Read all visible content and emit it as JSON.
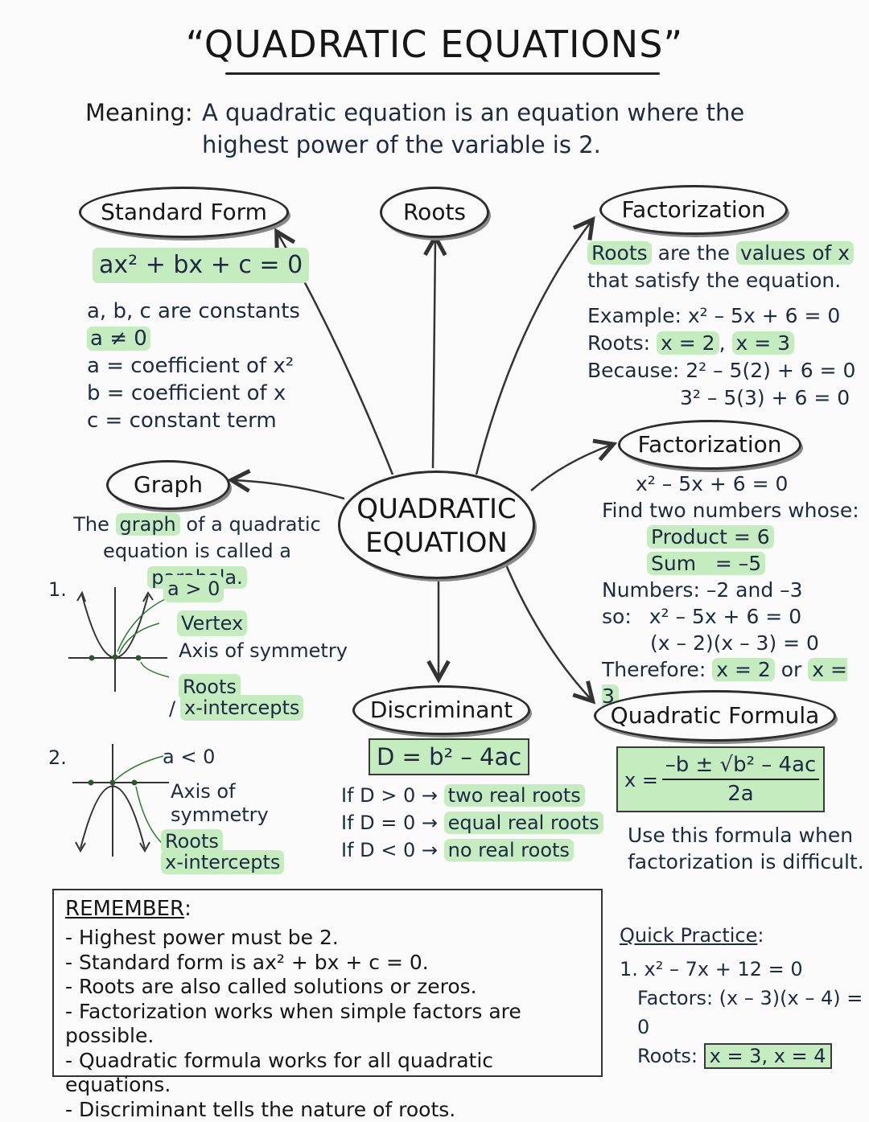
{
  "title": "“QUADRATIC EQUATIONS”",
  "meaning": {
    "label": "Meaning:",
    "text": "A quadratic equation is an equation where the highest power of the variable is 2."
  },
  "center": {
    "line1": "QUADRATIC",
    "line2": "EQUATION"
  },
  "standard_form": {
    "title": "Standard Form",
    "equation": "ax² + bx + c = 0",
    "lines": [
      "a, b, c are constants",
      "a ≠ 0",
      "a = coefficient of x²",
      "b = coefficient of x",
      "c = constant term"
    ]
  },
  "roots": {
    "title": "Roots"
  },
  "factorization_top": {
    "title": "Factorization",
    "w_roots": "Roots",
    "w_are": "are the",
    "w_values": "values of x",
    "line2": "that satisfy the equation.",
    "example_label": "Example:",
    "example_eq": "x² – 5x + 6 = 0",
    "roots_label": "Roots:",
    "root1": "x = 2",
    "comma": ",",
    "root2": "x = 3",
    "because_label": "Because:",
    "because1": "2² – 5(2) + 6 = 0",
    "because2": "3² – 5(3) + 6 = 0"
  },
  "factorization_mid": {
    "title": "Factorization",
    "eq": "x² – 5x + 6 = 0",
    "find": "Find two numbers whose:",
    "product": "Product = 6",
    "sum": "Sum   = –5",
    "numbers": "Numbers: –2 and –3",
    "so_label": "so:",
    "so_eq": "x² – 5x + 6 = 0",
    "factored": "(x – 2)(x – 3) = 0",
    "therefore": "Therefore:",
    "r1": "x = 2",
    "or": "or",
    "r2": "x = 3"
  },
  "graph": {
    "title": "Graph",
    "w_the": "The",
    "w_graph": "graph",
    "w_rest1": "of a quadratic",
    "w_line2a": "equation is called a",
    "w_parabola": "parabola.",
    "item1": {
      "num": "1.",
      "cond": "a > 0",
      "vertex": "Vertex",
      "axis": "Axis of symmetry",
      "roots": "Roots",
      "slash": "/",
      "xint": "x-intercepts"
    },
    "item2": {
      "num": "2.",
      "cond": "a < 0",
      "axis1": "Axis of",
      "axis2": "symmetry",
      "roots": "Roots",
      "xint": "x-intercepts"
    }
  },
  "discriminant": {
    "title": "Discriminant",
    "formula": "D = b² – 4ac",
    "rules": [
      {
        "cond": "If D > 0 →",
        "result": "two real roots"
      },
      {
        "cond": "If D = 0 →",
        "result": "equal real roots"
      },
      {
        "cond": "If D < 0 →",
        "result": "no real roots"
      }
    ]
  },
  "quadratic_formula": {
    "title": "Quadratic Formula",
    "lhs": "x =",
    "numerator": "–b ± √b² – 4ac",
    "denominator": "2a",
    "note1": "Use this formula when",
    "note2": "factorization is difficult."
  },
  "remember": {
    "heading": "REMEMBER",
    "colon": ":",
    "items": [
      "- Highest power must be 2.",
      "- Standard form is ax² + bx + c = 0.",
      "- Roots are also called solutions or zeros.",
      "- Factorization works when simple factors are possible.",
      "- Quadratic formula works for all quadratic equations.",
      "- Discriminant tells the nature of roots."
    ]
  },
  "quick_practice": {
    "heading": "Quick Practice",
    "colon": ":",
    "q1": "1. x² – 7x + 12 = 0",
    "factors": "Factors: (x – 3)(x – 4) = 0",
    "roots_label": "Roots:",
    "roots": "x = 3, x = 4"
  },
  "colors": {
    "highlight": "#c4ecbf",
    "ink": "#1e2a44",
    "outline": "#2c2c2c"
  }
}
